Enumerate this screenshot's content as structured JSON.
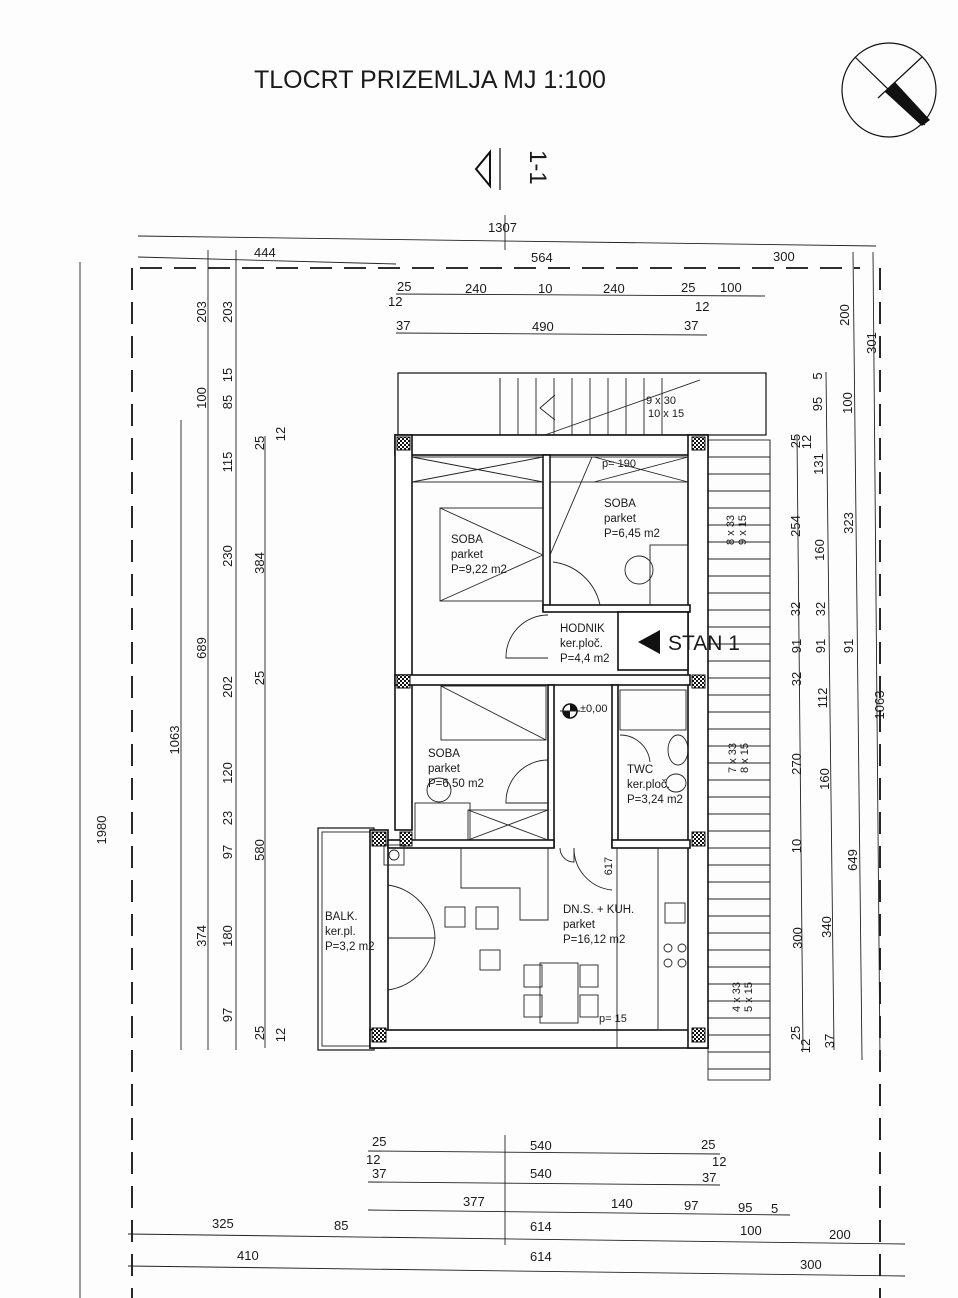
{
  "title": "TLOCRT PRIZEMLJA  MJ 1:100",
  "section_marker": "1-1",
  "north_arrow_icon": "north-arrow-icon",
  "unit_label": "STAN 1",
  "level_mark": "±0,00",
  "rooms": [
    {
      "name": "SOBA",
      "floor": "parket",
      "area": "P=9,22 m2"
    },
    {
      "name": "SOBA",
      "floor": "parket",
      "area": "P=6,45 m2"
    },
    {
      "name": "HODNIK",
      "floor": "ker.ploč.",
      "area": "P=4,4 m2"
    },
    {
      "name": "SOBA",
      "floor": "parket",
      "area": "P=6,50 m2"
    },
    {
      "name": "TWC",
      "floor": "ker.ploč.",
      "area": "P=3,24 m2"
    },
    {
      "name": "DN.S. + KUH.",
      "floor": "parket",
      "area": "P=16,12 m2"
    },
    {
      "name": "BALK.",
      "floor": "ker.pl.",
      "area": "P=3,2 m2"
    }
  ],
  "annotations": {
    "window_sill_top": "p= 190",
    "window_sill_bottom": "p= 15",
    "door_height": "617"
  },
  "stairs": [
    {
      "a": "9 x 30",
      "b": "10 x 15"
    },
    {
      "a": "8 x 33",
      "b": "9 x 15"
    },
    {
      "a": "7 x 33",
      "b": "8 x 15"
    },
    {
      "a": "4 x 33",
      "b": "5 x 15"
    }
  ],
  "dims": {
    "top": [
      "1307",
      "444",
      "564",
      "300",
      "25",
      "12",
      "240",
      "10",
      "240",
      "25",
      "12",
      "100",
      "37",
      "490",
      "37"
    ],
    "left": [
      "1980",
      "203",
      "203",
      "100",
      "15",
      "85",
      "115",
      "230",
      "689",
      "202",
      "120",
      "23",
      "97",
      "180",
      "97",
      "1063",
      "374",
      "384",
      "580",
      "25",
      "12",
      "25",
      "25",
      "12"
    ],
    "right": [
      "200",
      "301",
      "5",
      "95",
      "100",
      "25",
      "12",
      "131",
      "254",
      "160",
      "323",
      "32",
      "32",
      "91",
      "91",
      "91",
      "32",
      "112",
      "270",
      "160",
      "1063",
      "10",
      "649",
      "300",
      "340",
      "25",
      "12",
      "37"
    ],
    "bottom": [
      "25",
      "12",
      "540",
      "25",
      "12",
      "37",
      "540",
      "37",
      "377",
      "140",
      "97",
      "95",
      "5",
      "325",
      "85",
      "614",
      "100",
      "200",
      "410",
      "614",
      "300"
    ]
  }
}
